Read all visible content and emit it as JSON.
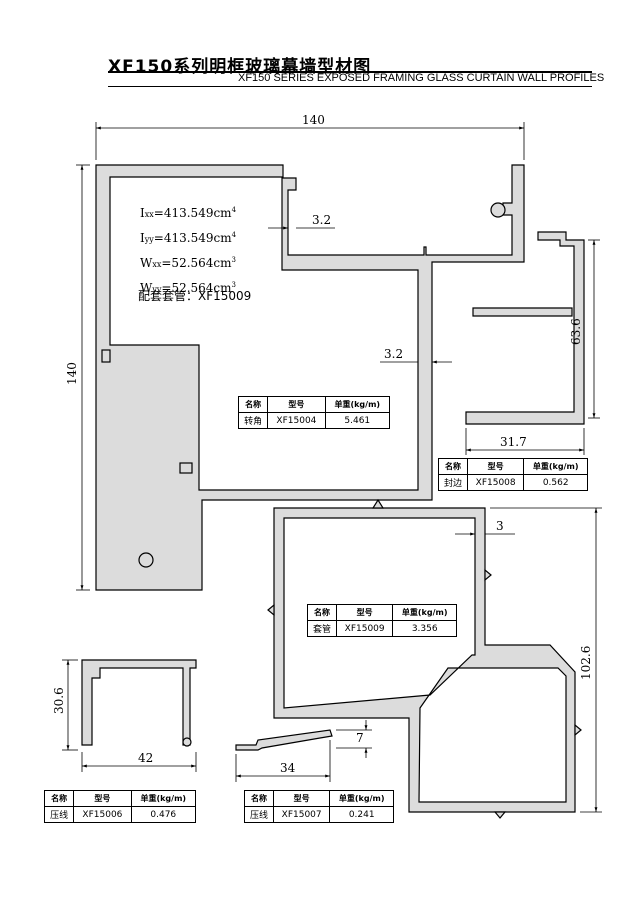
{
  "header": {
    "title_cn": "XF150系列明框玻璃幕墙型材图",
    "title_en": "XF150 SERIES EXPOSED FRAMING GLASS CURTAIN WALL PROFILES"
  },
  "dimensions": {
    "main_width": "140",
    "main_height": "140",
    "wall_thickness_top": "3.2",
    "wall_thickness_mid": "3.2",
    "xf15008_height": "63.6",
    "xf15008_width": "31.7",
    "xf15009_wall": "3",
    "xf15009_height": "102.6",
    "xf15006_height": "30.6",
    "xf15006_width": "42",
    "xf15007_width": "34",
    "xf15007_height": "7"
  },
  "section_props": {
    "ixx_label": "I",
    "ixx_sub": "xx",
    "ixx_value": "=413.549cm",
    "iyy_label": "I",
    "iyy_sub": "yy",
    "iyy_value": "=413.549cm",
    "wxx_label": "W",
    "wxx_sub": "xx",
    "wxx_value": "=52.564cm",
    "wyy_label": "W",
    "wyy_sub": "yy",
    "wyy_value": "=52.564cm",
    "exp4": "4",
    "exp3": "3",
    "matching": "配套套管：XF15009"
  },
  "table_headers": {
    "name": "名称",
    "model": "型号",
    "weight": "单重(kg/m)"
  },
  "tables": {
    "xf15004": {
      "name": "转角",
      "model": "XF15004",
      "weight": "5.461"
    },
    "xf15008": {
      "name": "封边",
      "model": "XF15008",
      "weight": "0.562"
    },
    "xf15009": {
      "name": "套管",
      "model": "XF15009",
      "weight": "3.356"
    },
    "xf15006": {
      "name": "压线",
      "model": "XF15006",
      "weight": "0.476"
    },
    "xf15007": {
      "name": "压线",
      "model": "XF15007",
      "weight": "0.241"
    }
  },
  "colors": {
    "profile_fill": "#dcdcdc",
    "line": "#000000"
  }
}
